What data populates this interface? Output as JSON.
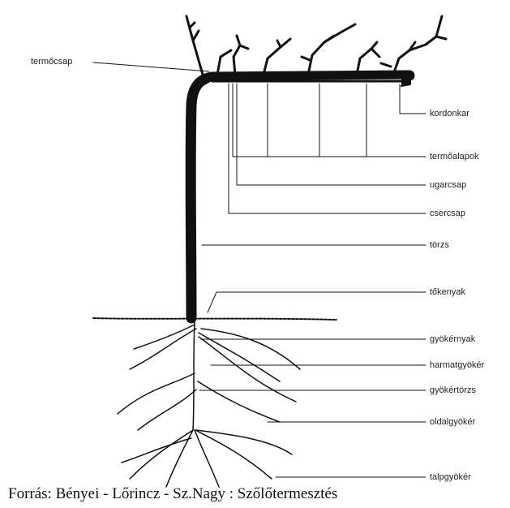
{
  "labels": {
    "termocsap": "termőcsap",
    "kordonkar": "kordonkar",
    "termoalapok": "termőalapok",
    "ugarcsap": "ugarcsap",
    "csercsap": "csercsap",
    "torzs": "törzs",
    "tokenyak": "tőkenyak",
    "gyokernyak": "gyökérnyak",
    "harmatgyoker": "harmatgyökér",
    "gyokertorzs": "gyökértörzs",
    "oldalgyoker": "oldalgyökér",
    "talpgyoker": "talpgyökér"
  },
  "source": "Forrás: Bényei - Lőrincz - Sz.Nagy : Szőlőtermesztés"
}
